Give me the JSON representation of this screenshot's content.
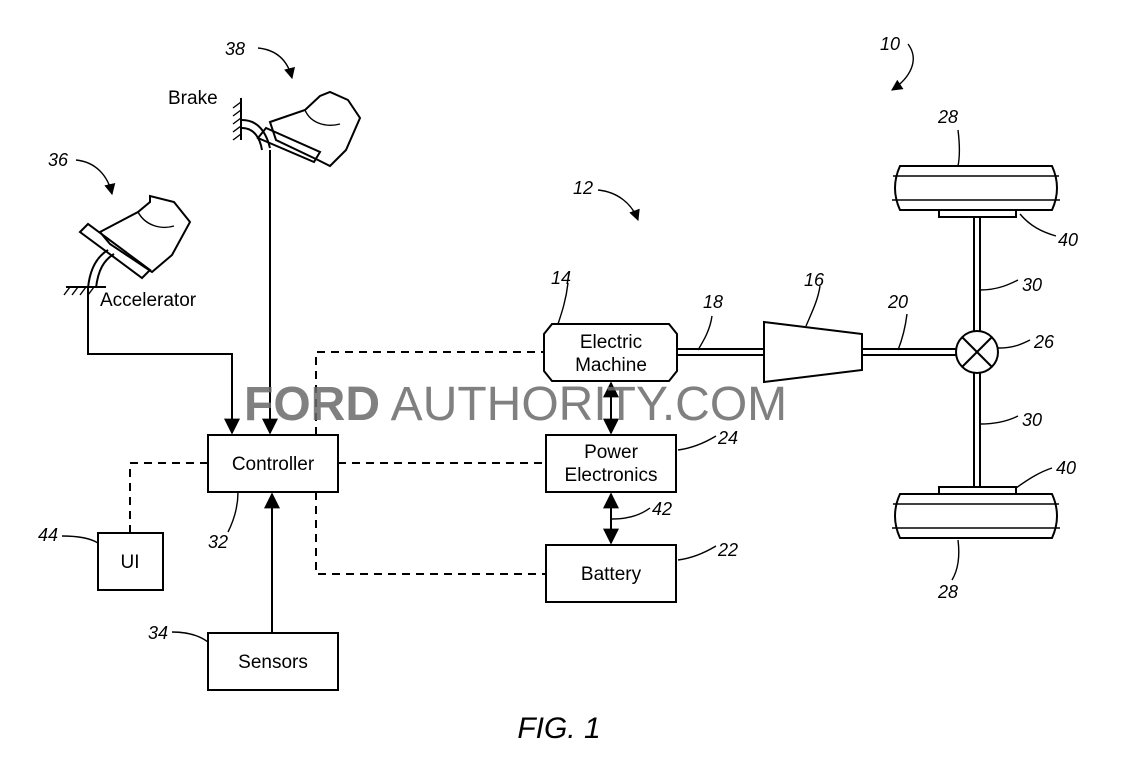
{
  "figure": {
    "caption": "FIG. 1"
  },
  "blocks": {
    "electric_machine": [
      "Electric",
      "Machine"
    ],
    "power_electronics": [
      "Power",
      "Electronics"
    ],
    "battery": "Battery",
    "controller": "Controller",
    "sensors": "Sensors",
    "ui": "UI"
  },
  "pedals": {
    "brake": "Brake",
    "accelerator": "Accelerator"
  },
  "refs": {
    "vehicle": "10",
    "powertrain": "12",
    "electric_machine": "14",
    "transmission": "16",
    "shaft_input": "18",
    "shaft_output": "20",
    "battery": "22",
    "power_electronics": "24",
    "differential": "26",
    "wheel_top": "28",
    "wheel_bottom": "28",
    "axle_top": "30",
    "axle_bottom": "30",
    "controller": "32",
    "sensors": "34",
    "accelerator": "36",
    "brake": "38",
    "brake_top": "40",
    "brake_bottom": "40",
    "link": "42",
    "ui": "44"
  },
  "watermark": {
    "brand": "FORD",
    "rest": " AUTHORITY.COM"
  }
}
